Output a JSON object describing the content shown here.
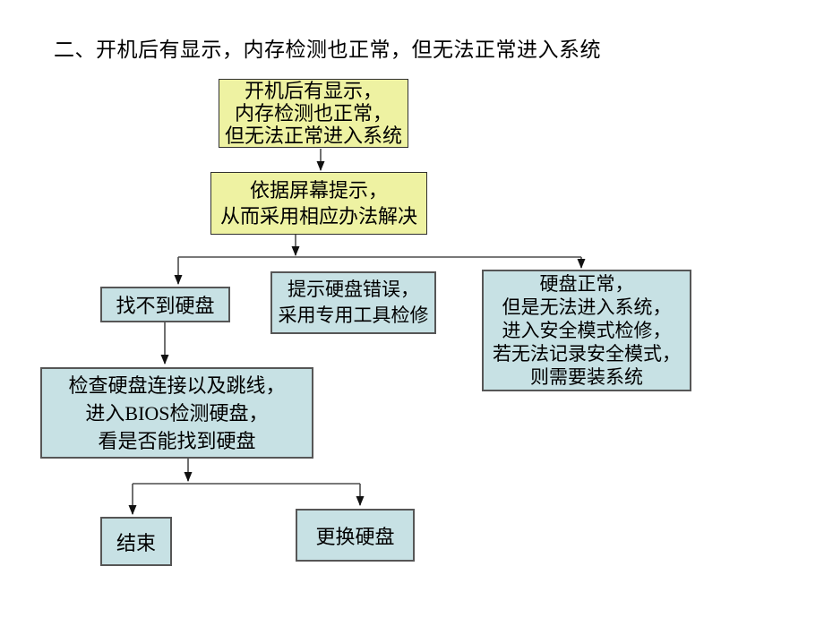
{
  "title": "二、开机后有显示，内存检测也正常，但无法正常进入系统",
  "colors": {
    "background": "#ffffff",
    "yellow_node_fill": "#eef2a2",
    "blue_node_fill": "#c7e1e4",
    "node_border": "#565656",
    "connector_line": "#4d4d4d",
    "text": "#000000"
  },
  "flowchart": {
    "nodes": {
      "start": {
        "text": "开机后有显示，\n内存检测也正常，\n但无法正常进入系统",
        "shape": "rect",
        "fill": "yellow"
      },
      "action": {
        "text": "依据屏幕提示，\n从而采用相应办法解决",
        "shape": "rect",
        "fill": "yellow"
      },
      "not_found": {
        "text": "找不到硬盘",
        "shape": "rect",
        "fill": "blue"
      },
      "disk_error": {
        "text": "提示硬盘错误，\n采用专用工具检修",
        "shape": "rect",
        "fill": "blue"
      },
      "disk_ok": {
        "text": "硬盘正常，\n但是无法进入系统，\n进入安全模式检修，\n若无法记录安全模式，\n则需要装系统",
        "shape": "rect",
        "fill": "blue"
      },
      "check": {
        "text": "检查硬盘连接以及跳线，\n进入BIOS检测硬盘，\n看是否能找到硬盘",
        "shape": "rect",
        "fill": "blue"
      },
      "end": {
        "text": "结束",
        "shape": "rect",
        "fill": "blue"
      },
      "replace": {
        "text": "更换硬盘",
        "shape": "rect",
        "fill": "blue"
      }
    },
    "edges": [
      {
        "from": "start",
        "to": "action"
      },
      {
        "from": "action",
        "to": "not_found"
      },
      {
        "from": "action",
        "to": "disk_error"
      },
      {
        "from": "action",
        "to": "disk_ok"
      },
      {
        "from": "not_found",
        "to": "check"
      },
      {
        "from": "check",
        "to": "end"
      },
      {
        "from": "check",
        "to": "replace"
      }
    ]
  }
}
